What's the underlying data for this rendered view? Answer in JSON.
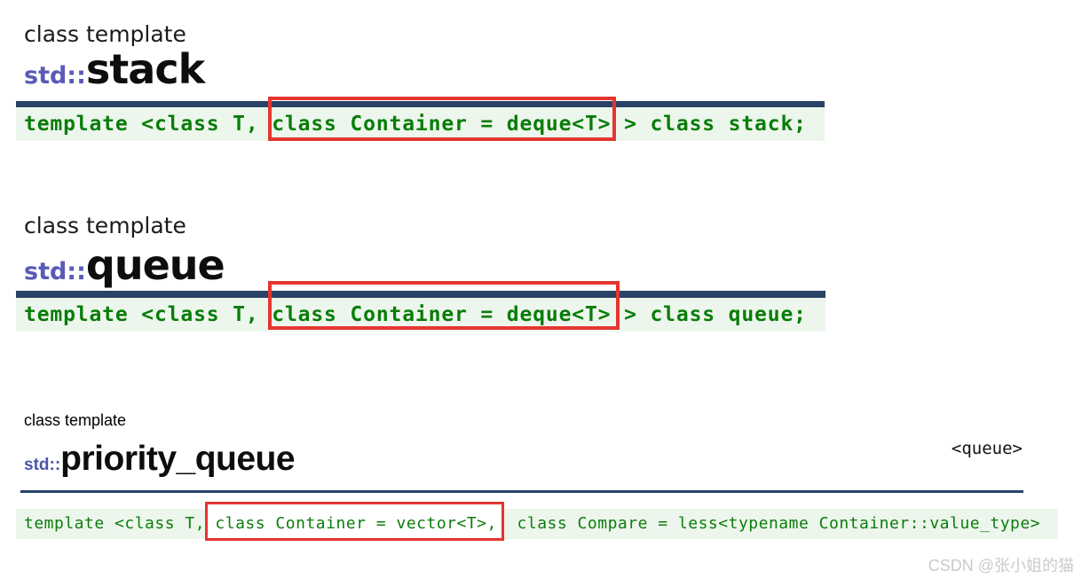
{
  "page": {
    "watermark": "CSDN @张小姐的猫"
  },
  "colors": {
    "rule_navy": "#2a4266",
    "code_green": "#0b7d0b",
    "code_background": "#edf6ec",
    "highlight_red": "#e53530",
    "std_purple": "#5a5ab8",
    "watermark_gray": "#cbcbcb"
  },
  "sections": [
    {
      "kind": "class template",
      "ns": "std::",
      "name": "stack",
      "code": {
        "pre": "template <class T, ",
        "boxed": "class Container = deque<T>",
        "post": " > class stack;"
      }
    },
    {
      "kind": "class template",
      "ns": "std::",
      "name": "queue",
      "code": {
        "pre": "template <class T, ",
        "boxed": "class Container = deque<T>",
        "post": " > class queue;"
      }
    },
    {
      "kind": "class template",
      "ns": "std::",
      "name": "priority_queue",
      "header": "<queue>",
      "code": {
        "pre": "template <class T,",
        "boxed": " class Container = vector<T>,",
        "post": "  class Compare = less<typename Container::value_type>"
      }
    }
  ]
}
